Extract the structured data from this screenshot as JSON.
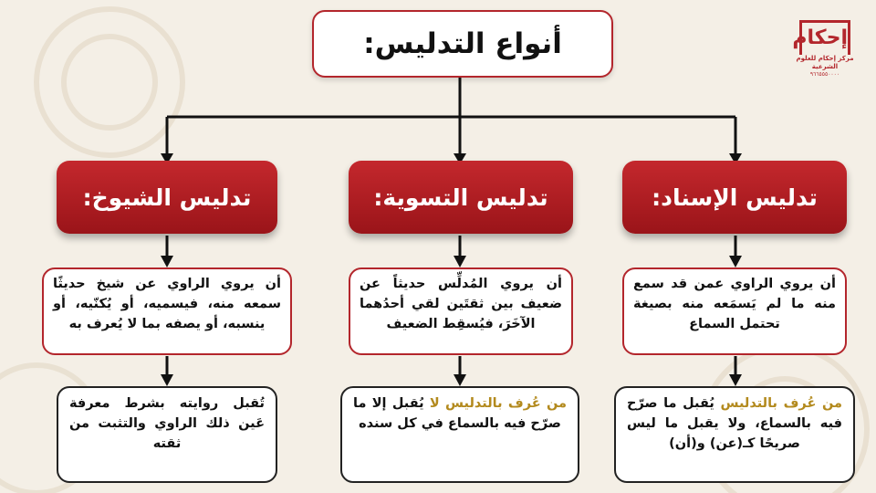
{
  "title": "أنواع التدليس:",
  "logo": {
    "mark": "إحكام",
    "subtitle": "مركز إحكام للعلوم الشرعية",
    "number": "٩٦٦٥٥٥٠٠٠٠"
  },
  "types": [
    {
      "name": "تدليس الإسناد:",
      "definition": "أن يروي الراوي عمن قد سمع منه ما لم يَسمَعه منه بصيغة تحتمل السماع",
      "rule_highlight": "من عُرف بالتدليس",
      "rule_text": "يُقبل ما صرّح فيه بالسماع، ولا يقبل ما ليس صريحًا كـ(عن) و(أن)"
    },
    {
      "name": "تدليس التسوية:",
      "definition": "أن يروي المُدلِّس حديثاً عن ضعيف بين ثقتَين لقي أحدُهما الآخَرَ، فيُسقِط الضعيف",
      "rule_highlight": "من عُرف بالتدليس لا",
      "rule_text": "يُقبل إلا ما صرّح فيه بالسماع في كل سنده"
    },
    {
      "name": "تدليس الشيوخ:",
      "definition": "أن يروي الراوي عن شيخ حديثًا سمعه منه، فيسميه، أو يُكنّيه، أو ينسبه، أو يصفه بما لا يُعرف به",
      "rule_highlight": "",
      "rule_text": "تُقبل روايته بشرط معرفة عَين ذلك الراوي والتثبت من ثقته"
    }
  ],
  "colors": {
    "primary": "#b3262c",
    "gold": "#b38a1e",
    "background": "#f4efe6"
  }
}
